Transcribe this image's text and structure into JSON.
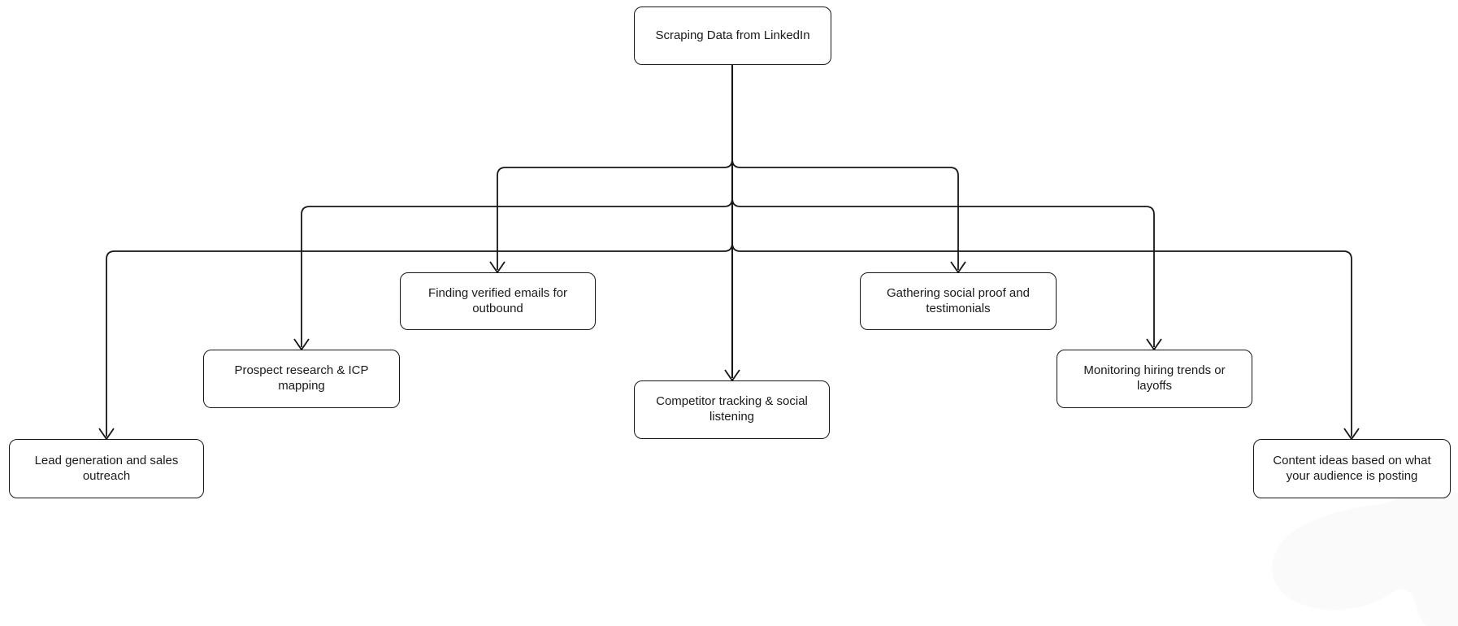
{
  "diagram": {
    "root": {
      "label": "Scraping Data from LinkedIn"
    },
    "children": [
      {
        "id": "lead-generation",
        "label": "Lead generation and sales outreach"
      },
      {
        "id": "prospect-research",
        "label": "Prospect research & ICP mapping"
      },
      {
        "id": "verified-emails",
        "label": "Finding verified emails for outbound"
      },
      {
        "id": "competitor-tracking",
        "label": "Competitor tracking & social listening"
      },
      {
        "id": "social-proof",
        "label": "Gathering social proof and testimonials"
      },
      {
        "id": "hiring-trends",
        "label": "Monitoring hiring trends or layoffs"
      },
      {
        "id": "content-ideas",
        "label": "Content ideas based on what your audience is posting"
      }
    ],
    "colors": {
      "background": "#ffffff",
      "node_fill": "#ffffff",
      "node_border": "#161616",
      "edge": "#161616",
      "text": "#1a1a1a",
      "watermark": "#fafafa"
    }
  }
}
